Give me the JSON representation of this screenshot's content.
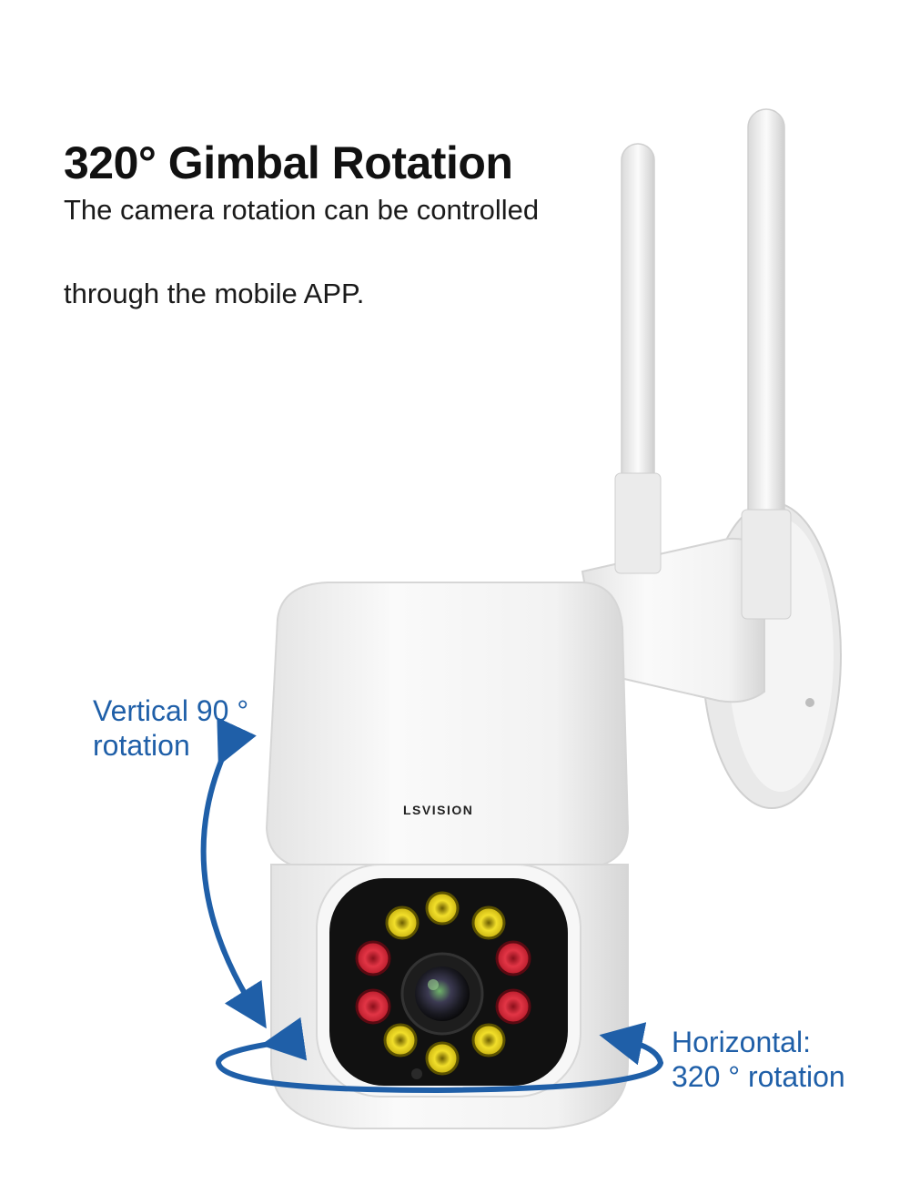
{
  "heading": {
    "title": "320° Gimbal Rotation",
    "line1": "The camera rotation can be controlled",
    "line2": "through the mobile APP."
  },
  "annotations": {
    "vertical_line1": "Vertical 90 °",
    "vertical_line2": "rotation",
    "horizontal_line1": "Horizontal:",
    "horizontal_line2": "320 ° rotation"
  },
  "camera": {
    "brand": "LSVISION"
  },
  "colors": {
    "arrow": "#1f5fa8",
    "ir_led": "#d8283a",
    "white_led": "#e9d21a",
    "lens_face": "#111111"
  }
}
